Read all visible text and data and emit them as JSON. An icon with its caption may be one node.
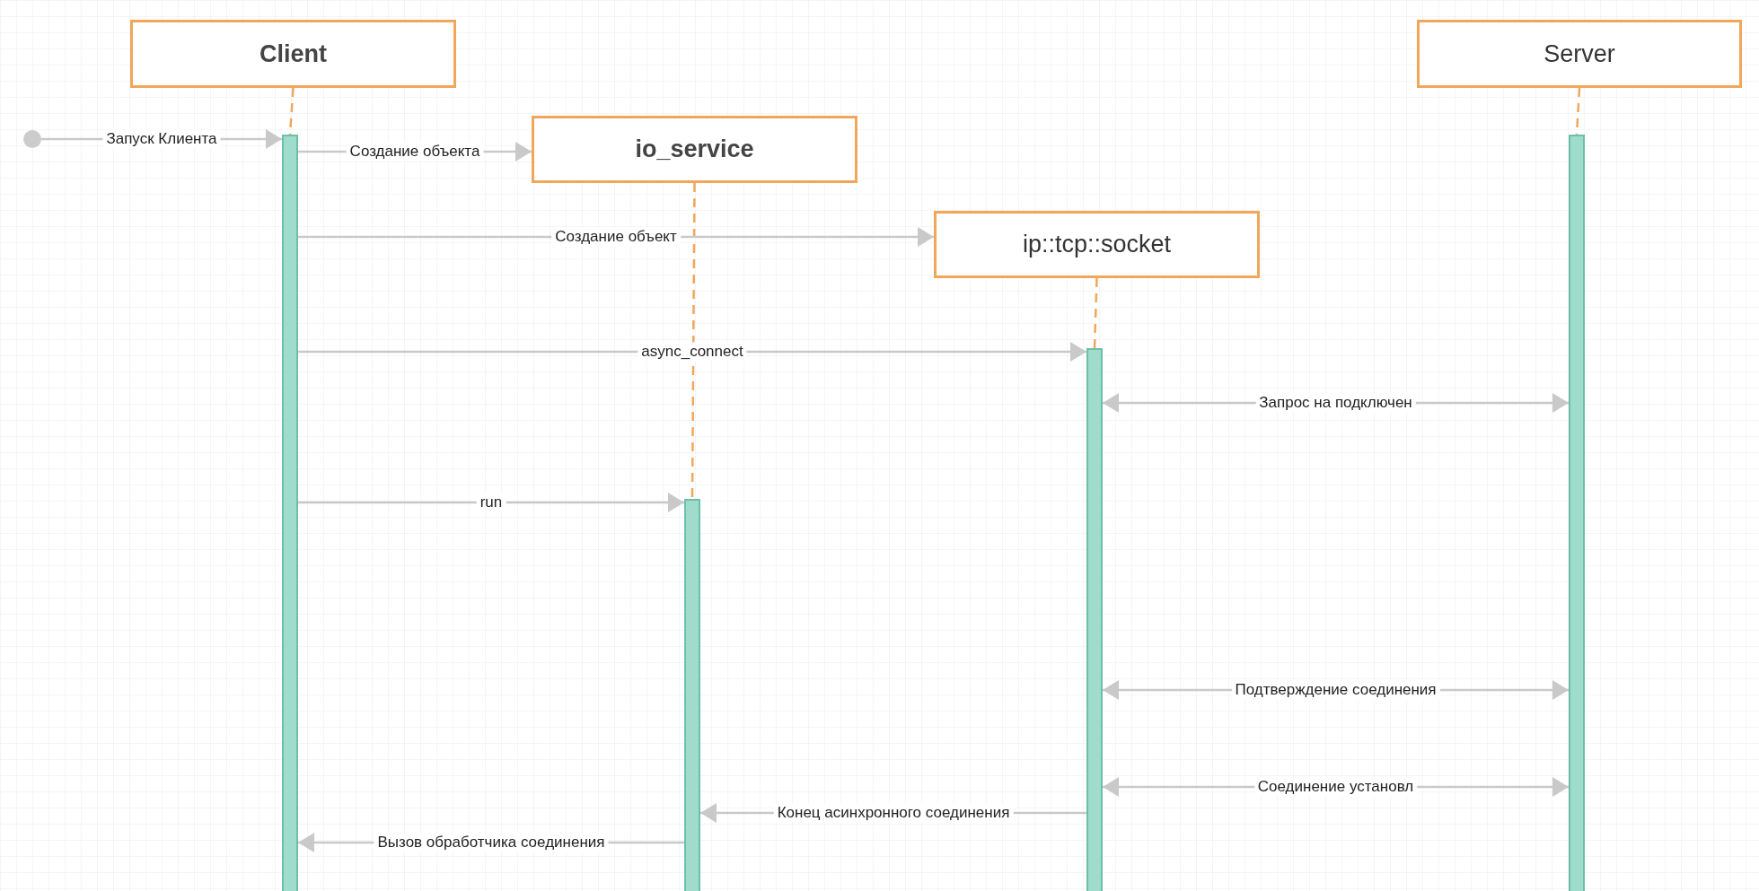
{
  "diagram": {
    "nodes": [
      {
        "text": [],
        "shape": "circle"
      },
      {
        "text": [
          "Client"
        ]
      },
      {
        "text": [
          "io_service"
        ]
      },
      {
        "text": [
          "ip::tcp::socket"
        ]
      },
      {
        "text": [
          "Server"
        ]
      },
      {
        "text": [],
        "shape": "bar"
      },
      {
        "text": [],
        "shape": "bar"
      },
      {
        "text": [],
        "shape": "bar"
      },
      {
        "text": [],
        "shape": "bar"
      }
    ],
    "edges": [
      {
        "from": 1,
        "to": 5,
        "arrow": "none",
        "style": "dashed",
        "color": "#f2a65a"
      },
      {
        "from": 2,
        "to": 6,
        "arrow": "none",
        "style": "dashed",
        "color": "#f2a65a"
      },
      {
        "from": 3,
        "to": 7,
        "arrow": "none",
        "style": "dashed",
        "color": "#f2a65a"
      },
      {
        "from": 4,
        "to": 8,
        "arrow": "none",
        "style": "dashed",
        "color": "#f2a65a"
      },
      {
        "from": 0,
        "to": 5,
        "arrow": "to",
        "label": "Запуск Клиента"
      },
      {
        "from": 5,
        "to": 2,
        "arrow": "to",
        "label": "Создание объекта"
      },
      {
        "from": 5,
        "to": 3,
        "arrow": "to",
        "label": "Создание объект"
      },
      {
        "from": 5,
        "to": 7,
        "arrow": "to",
        "label": "async_connect"
      },
      {
        "from": 7,
        "to": 8,
        "arrow": "both",
        "label": "Запрос на подключен"
      },
      {
        "from": 5,
        "to": 6,
        "arrow": "to",
        "label": "run"
      },
      {
        "from": 7,
        "to": 8,
        "arrow": "both",
        "label": "Подтверждение соединения"
      },
      {
        "from": 7,
        "to": 8,
        "arrow": "both",
        "label": "Соединение установл"
      },
      {
        "from": 7,
        "to": 6,
        "arrow": "to",
        "label": "Конец асинхронного соединения"
      },
      {
        "from": 6,
        "to": 5,
        "arrow": "to",
        "label": "Вызов обработчика соединения"
      }
    ]
  }
}
